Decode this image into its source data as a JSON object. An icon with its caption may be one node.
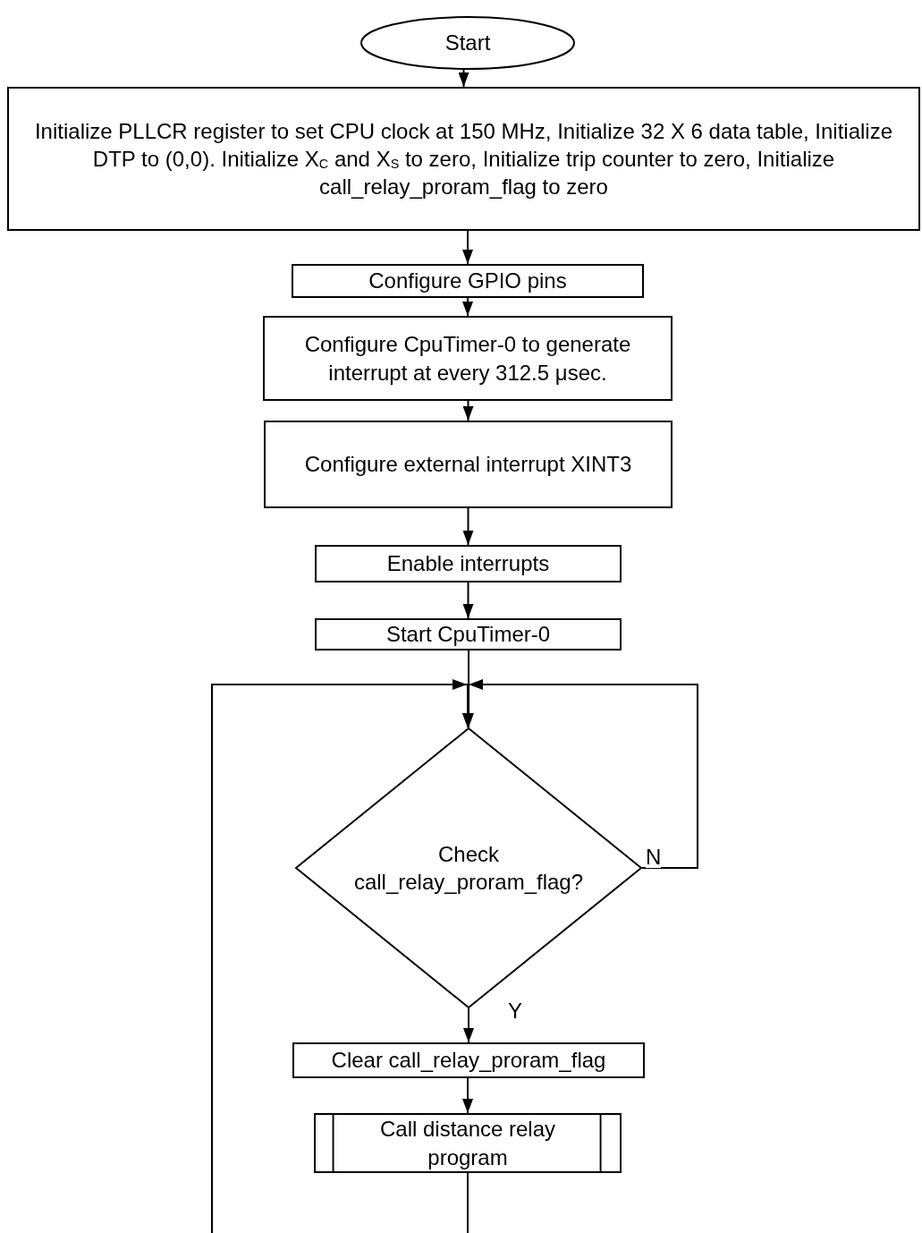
{
  "diagram": {
    "nodes": [
      {
        "text": [
          "Start"
        ]
      },
      {
        "text": [
          "Initialize PLLCR register to set CPU clock at 150 MHz, Initialize 32 X 6 data table,  Initialize DTP to (0,0). Initialize X$_{C}$  and X$_{S}$  to zero, Initialize trip counter to zero,  Initialize call_relay_proram_flag to zero"
        ]
      },
      {
        "text": [
          "Configure GPIO pins"
        ]
      },
      {
        "text": [
          "Configure CpuTimer-0 to generate interrupt at every 312.5 μsec."
        ]
      },
      {
        "text": [
          "Configure external interrupt XINT3"
        ]
      },
      {
        "text": [
          "Enable interrupts"
        ]
      },
      {
        "text": [
          "Start CpuTimer-0"
        ]
      },
      {
        "text": [
          "Check call_relay_proram_flag?"
        ]
      },
      {
        "text": [
          "Clear call_relay_proram_flag"
        ]
      },
      {
        "text": [
          "Call distance relay program"
        ]
      }
    ],
    "edges": [
      {
        "from": 0,
        "to": 1,
        "arrow": "to"
      },
      {
        "from": 1,
        "to": 2,
        "arrow": "to"
      },
      {
        "from": 2,
        "to": 3,
        "arrow": "to"
      },
      {
        "from": 3,
        "to": 4,
        "arrow": "to"
      },
      {
        "from": 4,
        "to": 5,
        "arrow": "to"
      },
      {
        "from": 5,
        "to": 6,
        "arrow": "to"
      },
      {
        "from": 6,
        "to": 7,
        "arrow": "to"
      },
      {
        "from": 7,
        "to": 7,
        "arrow": "to",
        "label": "N"
      },
      {
        "from": 7,
        "to": 8,
        "arrow": "to",
        "label": "Y"
      },
      {
        "from": 8,
        "to": 9,
        "arrow": "to"
      },
      {
        "from": 9,
        "to": null,
        "arrow": "none"
      },
      {
        "from": null,
        "to": 7,
        "arrow": "to"
      }
    ]
  }
}
